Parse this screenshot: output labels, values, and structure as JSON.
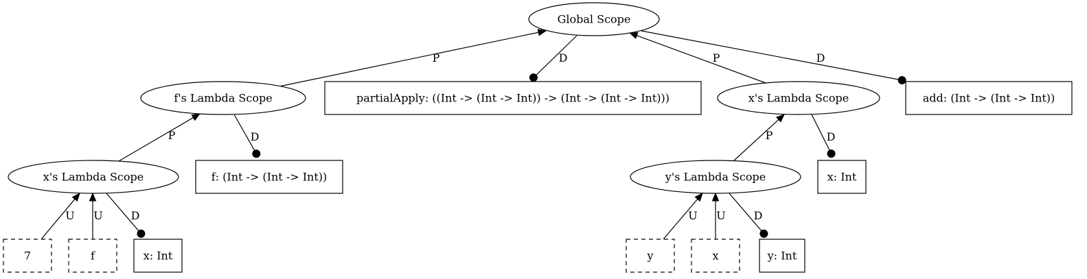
{
  "nodes": {
    "global": {
      "label": "Global Scope",
      "shape": "ellipse"
    },
    "f_lambda": {
      "label": "f's Lambda Scope",
      "shape": "ellipse"
    },
    "partial_apply": {
      "label": "partialApply: ((Int -> (Int -> Int)) -> (Int -> (Int -> Int)))",
      "shape": "box"
    },
    "x_lambda_right": {
      "label": "x's Lambda Scope",
      "shape": "ellipse"
    },
    "add": {
      "label": "add: (Int -> (Int -> Int))",
      "shape": "box"
    },
    "x_lambda_left": {
      "label": "x's Lambda Scope",
      "shape": "ellipse"
    },
    "f_decl": {
      "label": "f: (Int -> (Int -> Int))",
      "shape": "box"
    },
    "y_lambda": {
      "label": "y's Lambda Scope",
      "shape": "ellipse"
    },
    "x_decl_right": {
      "label": "x: Int",
      "shape": "box"
    },
    "use_7": {
      "label": "7",
      "shape": "dashed-box"
    },
    "use_f": {
      "label": "f",
      "shape": "dashed-box"
    },
    "x_decl_left": {
      "label": "x: Int",
      "shape": "box"
    },
    "use_y": {
      "label": "y",
      "shape": "dashed-box"
    },
    "use_x": {
      "label": "x",
      "shape": "dashed-box"
    },
    "y_decl": {
      "label": "y: Int",
      "shape": "box"
    }
  },
  "edges": [
    {
      "id": "f_lambda-global",
      "from": "f_lambda",
      "to": "global",
      "label": "P",
      "head": "arrow"
    },
    {
      "id": "global-partial_apply",
      "from": "global",
      "to": "partial_apply",
      "label": "D",
      "head": "dot"
    },
    {
      "id": "x_lambda_right-global",
      "from": "x_lambda_right",
      "to": "global",
      "label": "P",
      "head": "arrow"
    },
    {
      "id": "global-add",
      "from": "global",
      "to": "add",
      "label": "D",
      "head": "dot"
    },
    {
      "id": "x_lambda_left-f_lambda",
      "from": "x_lambda_left",
      "to": "f_lambda",
      "label": "P",
      "head": "arrow"
    },
    {
      "id": "f_lambda-f_decl",
      "from": "f_lambda",
      "to": "f_decl",
      "label": "D",
      "head": "dot"
    },
    {
      "id": "y_lambda-x_lambda_right",
      "from": "y_lambda",
      "to": "x_lambda_right",
      "label": "P",
      "head": "arrow"
    },
    {
      "id": "x_lambda_right-x_decl_right",
      "from": "x_lambda_right",
      "to": "x_decl_right",
      "label": "D",
      "head": "dot"
    },
    {
      "id": "use_7-x_lambda_left",
      "from": "use_7",
      "to": "x_lambda_left",
      "label": "U",
      "head": "arrow"
    },
    {
      "id": "use_f-x_lambda_left",
      "from": "use_f",
      "to": "x_lambda_left",
      "label": "U",
      "head": "arrow"
    },
    {
      "id": "x_lambda_left-x_decl_left",
      "from": "x_lambda_left",
      "to": "x_decl_left",
      "label": "D",
      "head": "dot"
    },
    {
      "id": "use_y-y_lambda",
      "from": "use_y",
      "to": "y_lambda",
      "label": "U",
      "head": "arrow"
    },
    {
      "id": "use_x-y_lambda",
      "from": "use_x",
      "to": "y_lambda",
      "label": "U",
      "head": "arrow"
    },
    {
      "id": "y_lambda-y_decl",
      "from": "y_lambda",
      "to": "y_decl",
      "label": "D",
      "head": "dot"
    }
  ]
}
